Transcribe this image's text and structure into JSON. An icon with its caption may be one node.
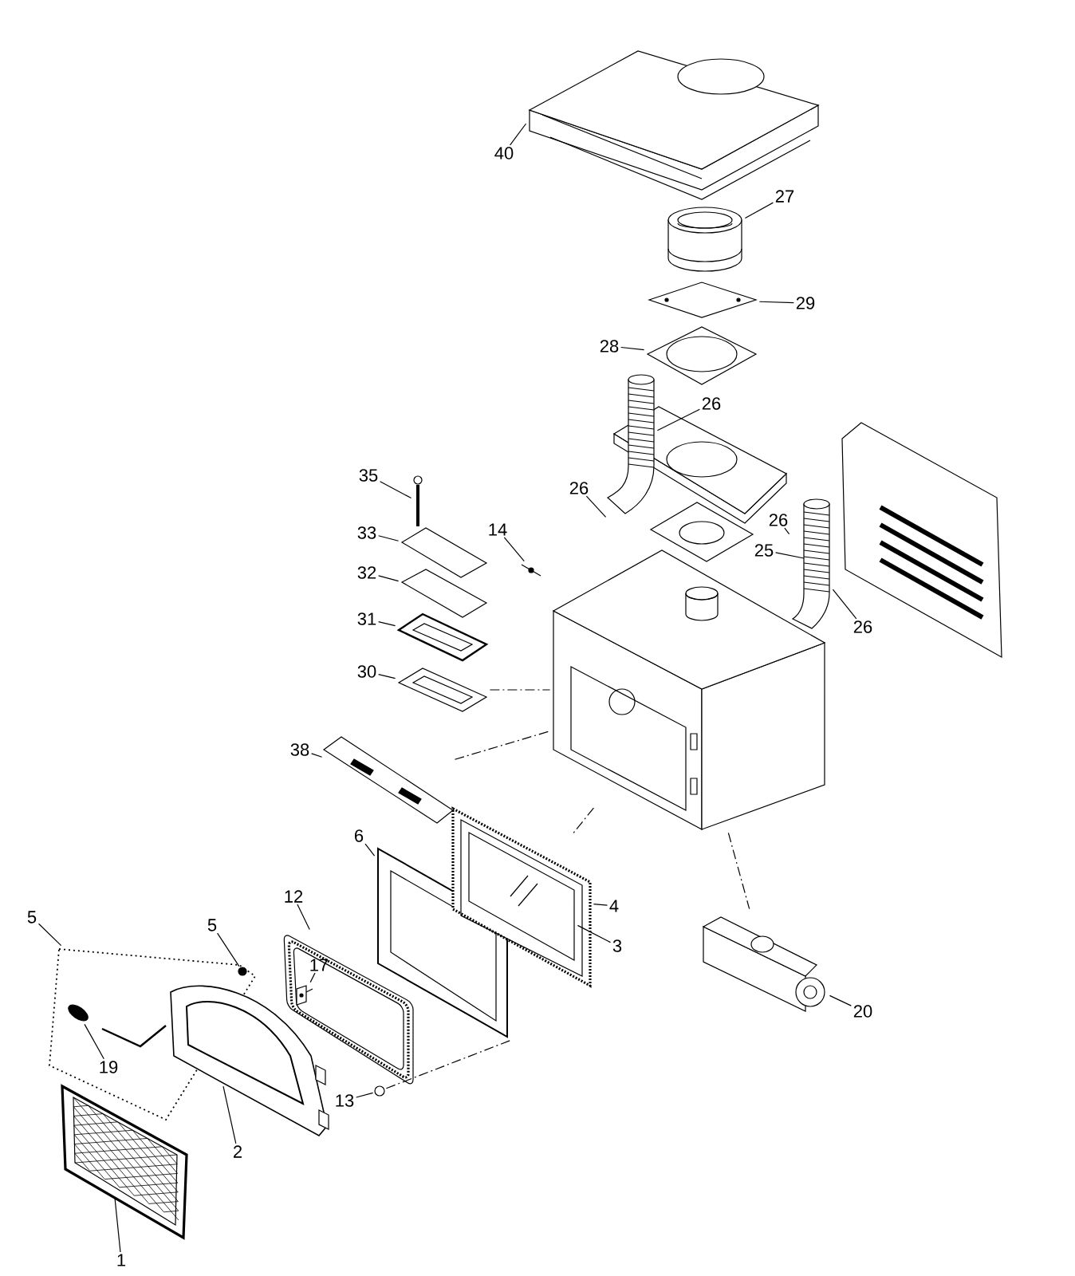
{
  "diagram": {
    "nodes": [
      {
        "text": [
          "40"
        ]
      },
      {
        "text": [],
        "shape": "picture"
      },
      {
        "text": [
          "27"
        ]
      },
      {
        "text": [],
        "shape": "picture"
      },
      {
        "text": [
          "29"
        ]
      },
      {
        "text": [],
        "shape": "picture"
      },
      {
        "text": [
          "28"
        ]
      },
      {
        "text": [],
        "shape": "picture"
      },
      {
        "text": [
          "26"
        ]
      },
      {
        "text": [],
        "shape": "picture"
      },
      {
        "text": [
          "35"
        ]
      },
      {
        "text": [],
        "shape": "picture"
      },
      {
        "text": [
          "26"
        ]
      },
      {
        "text": [
          "26"
        ]
      },
      {
        "text": [],
        "shape": "picture"
      },
      {
        "text": [
          "33"
        ]
      },
      {
        "text": [],
        "shape": "picture"
      },
      {
        "text": [
          "14"
        ]
      },
      {
        "text": [],
        "shape": "picture"
      },
      {
        "text": [
          "25"
        ]
      },
      {
        "text": [
          "32"
        ]
      },
      {
        "text": [],
        "shape": "picture"
      },
      {
        "text": [
          "31"
        ]
      },
      {
        "text": [],
        "shape": "picture"
      },
      {
        "text": [
          "26"
        ]
      },
      {
        "text": [
          "30"
        ]
      },
      {
        "text": [],
        "shape": "picture"
      },
      {
        "text": [
          "38"
        ]
      },
      {
        "text": [],
        "shape": "picture"
      },
      {
        "text": [
          "6"
        ]
      },
      {
        "text": [],
        "shape": "picture"
      },
      {
        "text": [
          "4"
        ]
      },
      {
        "text": [],
        "shape": "picture"
      },
      {
        "text": [
          "12"
        ]
      },
      {
        "text": [],
        "shape": "picture"
      },
      {
        "text": [
          "5"
        ]
      },
      {
        "text": [],
        "shape": "box"
      },
      {
        "text": [
          "5"
        ]
      },
      {
        "text": [],
        "shape": "circle",
        "in": 36
      },
      {
        "text": [
          "3"
        ]
      },
      {
        "text": [],
        "shape": "picture",
        "in": 32
      },
      {
        "text": [
          "17"
        ],
        "in": 34
      },
      {
        "text": [],
        "shape": "picture",
        "in": 34
      },
      {
        "text": [
          "20"
        ]
      },
      {
        "text": [],
        "shape": "picture"
      },
      {
        "text": [
          "19"
        ],
        "in": 36
      },
      {
        "text": [],
        "shape": "picture",
        "in": 36
      },
      {
        "text": [
          "13"
        ]
      },
      {
        "text": [],
        "shape": "circle"
      },
      {
        "text": [
          "2"
        ]
      },
      {
        "text": [],
        "shape": "picture"
      },
      {
        "text": [
          "1"
        ]
      },
      {
        "text": [],
        "shape": "picture"
      },
      {
        "text": [],
        "shape": "picture"
      }
    ],
    "edges": [
      {
        "from": 0,
        "to": 1,
        "arrow": "none"
      },
      {
        "from": 2,
        "to": 3,
        "arrow": "none"
      },
      {
        "from": 4,
        "to": 5,
        "arrow": "none"
      },
      {
        "from": 6,
        "to": 7,
        "arrow": "none"
      },
      {
        "from": 8,
        "to": 9,
        "arrow": "none"
      },
      {
        "from": 10,
        "to": 11,
        "arrow": "none"
      },
      {
        "from": 12,
        "to": 9,
        "arrow": "none"
      },
      {
        "from": 13,
        "to": 14,
        "arrow": "none"
      },
      {
        "from": 15,
        "to": 16,
        "arrow": "none"
      },
      {
        "from": 17,
        "to": 18,
        "arrow": "none"
      },
      {
        "from": 19,
        "to": 14,
        "arrow": "none"
      },
      {
        "from": 20,
        "to": 21,
        "arrow": "none"
      },
      {
        "from": 22,
        "to": 23,
        "arrow": "none"
      },
      {
        "from": 24,
        "to": 14,
        "arrow": "none"
      },
      {
        "from": 25,
        "to": 26,
        "arrow": "none"
      },
      {
        "from": 27,
        "to": 28,
        "arrow": "none"
      },
      {
        "from": 29,
        "to": 30,
        "arrow": "none"
      },
      {
        "from": 31,
        "to": 32,
        "arrow": "none"
      },
      {
        "from": 33,
        "to": 34,
        "arrow": "none"
      },
      {
        "from": 35,
        "to": 36,
        "arrow": "none"
      },
      {
        "from": 37,
        "to": 38,
        "arrow": "none"
      },
      {
        "from": 39,
        "to": 40,
        "arrow": "none"
      },
      {
        "from": 41,
        "to": 42,
        "arrow": "none"
      },
      {
        "from": 43,
        "to": 44,
        "arrow": "none"
      },
      {
        "from": 45,
        "to": 46,
        "arrow": "none"
      },
      {
        "from": 47,
        "to": 48,
        "arrow": "none"
      },
      {
        "from": 49,
        "to": 50,
        "arrow": "none"
      },
      {
        "from": 51,
        "to": 52,
        "arrow": "none"
      },
      {
        "from": 26,
        "to": 53,
        "arrow": "none",
        "style": "dashed"
      },
      {
        "from": 28,
        "to": 53,
        "arrow": "none",
        "style": "dashed"
      },
      {
        "from": 48,
        "to": 30,
        "arrow": "none",
        "style": "dashed"
      },
      {
        "from": 32,
        "to": 53,
        "arrow": "none",
        "style": "dashed"
      },
      {
        "from": 53,
        "to": 44,
        "arrow": "none",
        "style": "dashed"
      }
    ]
  }
}
